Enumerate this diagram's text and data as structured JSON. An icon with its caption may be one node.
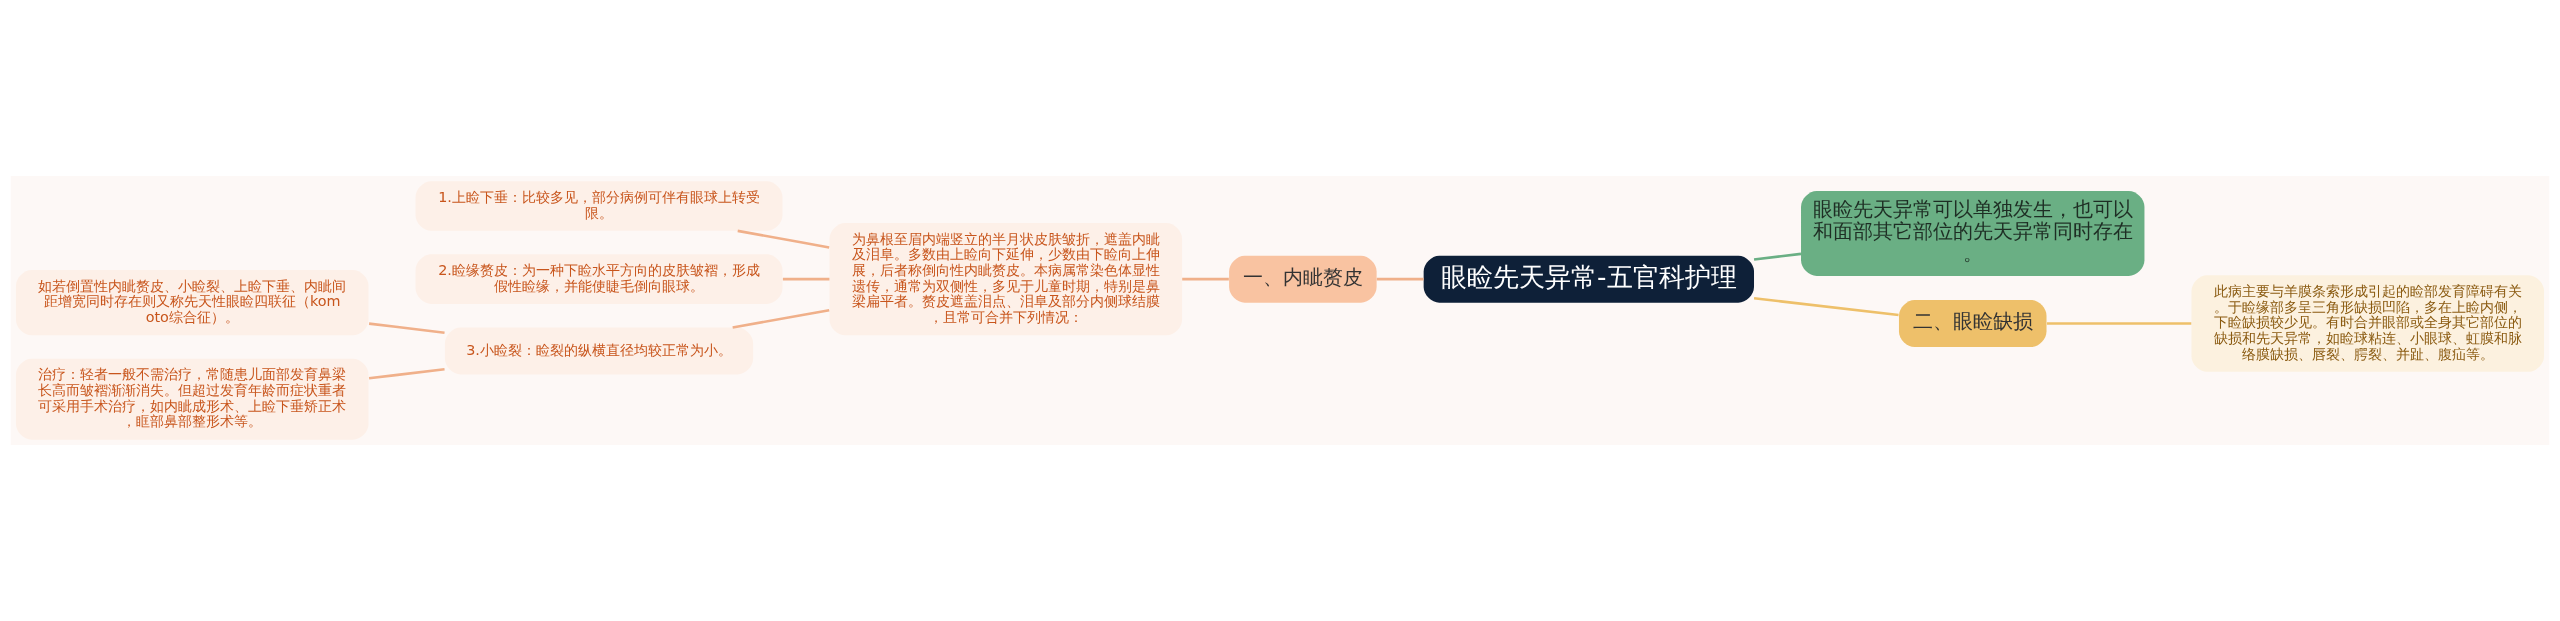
{
  "diagram": {
    "nodes": [
      {
        "text": [
          "眼睑先天异常-五官科护理"
        ]
      },
      {
        "text": [
          "一、内眦赘皮"
        ]
      },
      {
        "text": [
          "为鼻根至眉内端竖立的半月状皮肤皱折，遮盖内眦及泪阜。多数由上睑向下延伸，少数由下睑向上伸展，后者称倒向性内眦赘皮。本病属常染色体显性遗传，通常为双侧性，多见于儿童时期，特别是鼻梁扁平者。赘皮遮盖泪点、泪阜及部分内侧球结膜，且常可合并下列情况："
        ]
      },
      {
        "text": [
          "1.上睑下垂：比较多见，部分病例可伴有眼球上转受限。"
        ]
      },
      {
        "text": [
          "2.睑缘赘皮：为一种下睑水平方向的皮肤皱褶，形成假性睑缘，并能使睫毛倒向眼球。"
        ]
      },
      {
        "text": [
          "3.小睑裂：睑裂的纵横直径均较正常为小。"
        ]
      },
      {
        "text": [
          "如若倒置性内眦赘皮、小睑裂、上睑下垂、内眦间距增宽同时存在则又称先天性眼睑四联征（komoto综合征）。"
        ]
      },
      {
        "text": [
          "治疗：轻者一般不需治疗，常随患儿面部发育鼻梁长高而皱褶渐渐消失。但超过发育年龄而症状重者可采用手术治疗，如内眦成形术、上睑下垂矫正术，眶部鼻部整形术等。"
        ]
      },
      {
        "text": [
          "眼睑先天异常可以单独发生，也可以和面部其它部位的先天异常同时存在。"
        ]
      },
      {
        "text": [
          "二、眼睑缺损"
        ]
      },
      {
        "text": [
          "此病主要与羊膜条索形成引起的睑部发育障碍有关。于睑缘部多呈三角形缺损凹陷，多在上睑内侧，下睑缺损较少见。有时合并眼部或全身其它部位的缺损和先天异常，如睑球粘连、小眼球、虹膜和脉络膜缺损、唇裂、腭裂、并趾、腹疝等。"
        ]
      }
    ],
    "edges": [
      {
        "from": 0,
        "to": 1,
        "arrow": "none"
      },
      {
        "from": 1,
        "to": 2,
        "arrow": "none"
      },
      {
        "from": 2,
        "to": 3,
        "arrow": "none"
      },
      {
        "from": 2,
        "to": 4,
        "arrow": "none"
      },
      {
        "from": 2,
        "to": 5,
        "arrow": "none"
      },
      {
        "from": 5,
        "to": 6,
        "arrow": "none"
      },
      {
        "from": 5,
        "to": 7,
        "arrow": "none"
      },
      {
        "from": 0,
        "to": 8,
        "arrow": "none",
        "color": "#6aaf84"
      },
      {
        "from": 0,
        "to": 9,
        "arrow": "none",
        "color": "#eec06a"
      },
      {
        "from": 9,
        "to": 10,
        "arrow": "none",
        "color": "#eec06a"
      }
    ]
  }
}
